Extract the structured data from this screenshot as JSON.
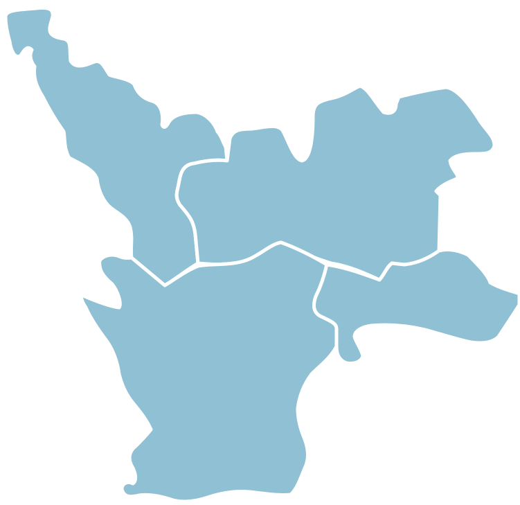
{
  "map": {
    "background_color": "#ffffff",
    "region_color": "#8fc0d4",
    "border_color": "#ffffff",
    "regions": [
      {
        "id": "northwest"
      },
      {
        "id": "north-central"
      },
      {
        "id": "northeast"
      },
      {
        "id": "south"
      },
      {
        "id": "east"
      }
    ]
  }
}
